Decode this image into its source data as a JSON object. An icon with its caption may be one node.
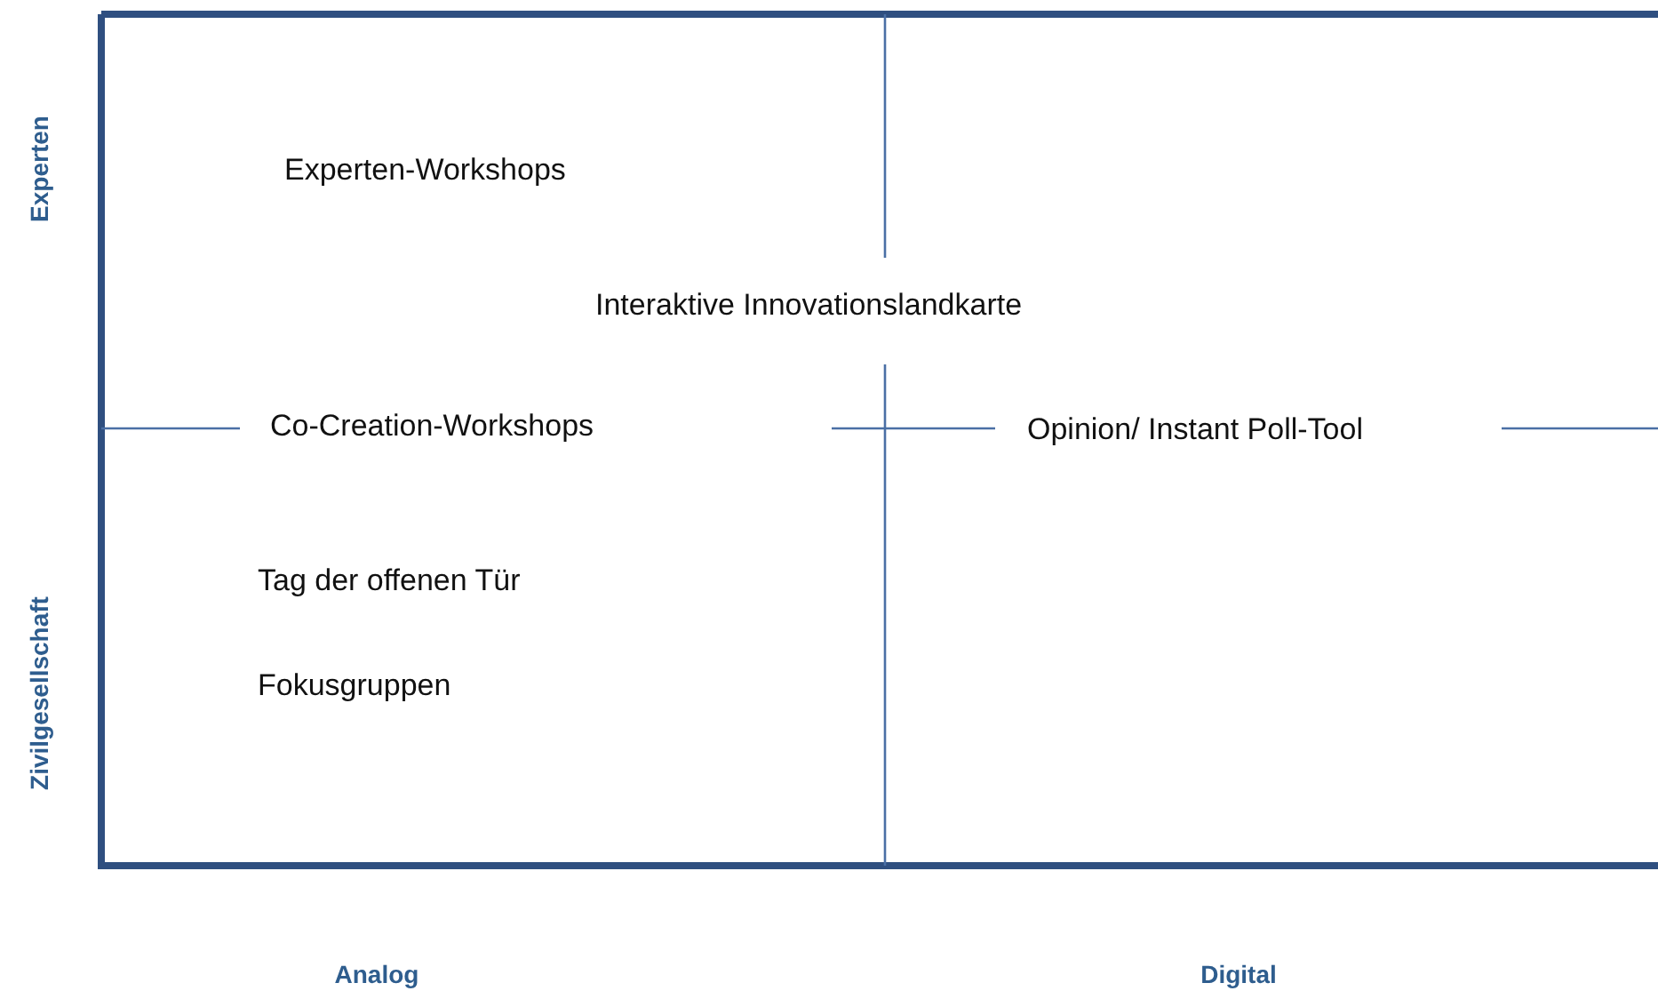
{
  "diagram": {
    "labels": [
      "Experten",
      "Experten-Workshops",
      "Interaktive Innovationslandkarte",
      "Co-Creation-Workshops",
      "Opinion/ Instant Poll-Tool",
      "Zivilgesellschaft",
      "Tag der offenen Tür",
      "Fokusgruppen",
      "Analog",
      "Digital"
    ]
  }
}
